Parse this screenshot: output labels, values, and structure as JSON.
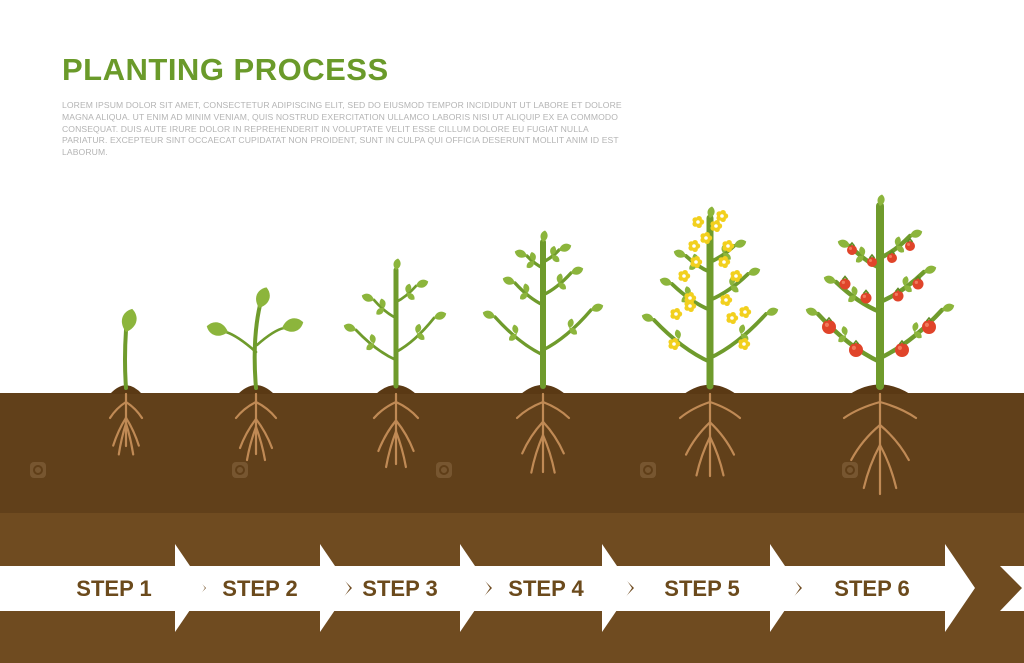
{
  "header": {
    "title": "PLANTING PROCESS",
    "description": "LOREM IPSUM DOLOR SIT AMET, CONSECTETUR ADIPISCING ELIT, SED DO EIUSMOD TEMPOR INCIDIDUNT UT LABORE ET DOLORE MAGNA ALIQUA. UT ENIM AD MINIM VENIAM, QUIS NOSTRUD EXERCITATION ULLAMCO LABORIS NISI UT ALIQUIP EX EA COMMODO CONSEQUAT. DUIS AUTE IRURE DOLOR IN REPREHENDERIT IN VOLUPTATE VELIT ESSE CILLUM DOLORE EU FUGIAT NULLA PARIATUR. EXCEPTEUR SINT OCCAECAT CUPIDATAT NON PROIDENT, SUNT IN CULPA QUI OFFICIA DESERUNT MOLLIT ANIM ID EST LABORUM."
  },
  "steps": [
    {
      "label": "STEP 1",
      "stage": "sprout"
    },
    {
      "label": "STEP 2",
      "stage": "seedling"
    },
    {
      "label": "STEP 3",
      "stage": "young-plant"
    },
    {
      "label": "STEP 4",
      "stage": "leafy-plant"
    },
    {
      "label": "STEP 5",
      "stage": "flowering-plant"
    },
    {
      "label": "STEP 6",
      "stage": "fruiting-plant"
    }
  ],
  "colors": {
    "title": "#6a9a2a",
    "stem": "#6f9b2c",
    "leaf": "#8cb53c",
    "soil_dark": "#5e3c16",
    "soil_light": "#6e4a1f",
    "root": "#c08a55",
    "flower": "#f2d01e",
    "fruit": "#e0442a",
    "arrow": "#ffffff",
    "step_text": "#6b4a1c"
  },
  "icons": [
    "watermark-logo-icon"
  ]
}
